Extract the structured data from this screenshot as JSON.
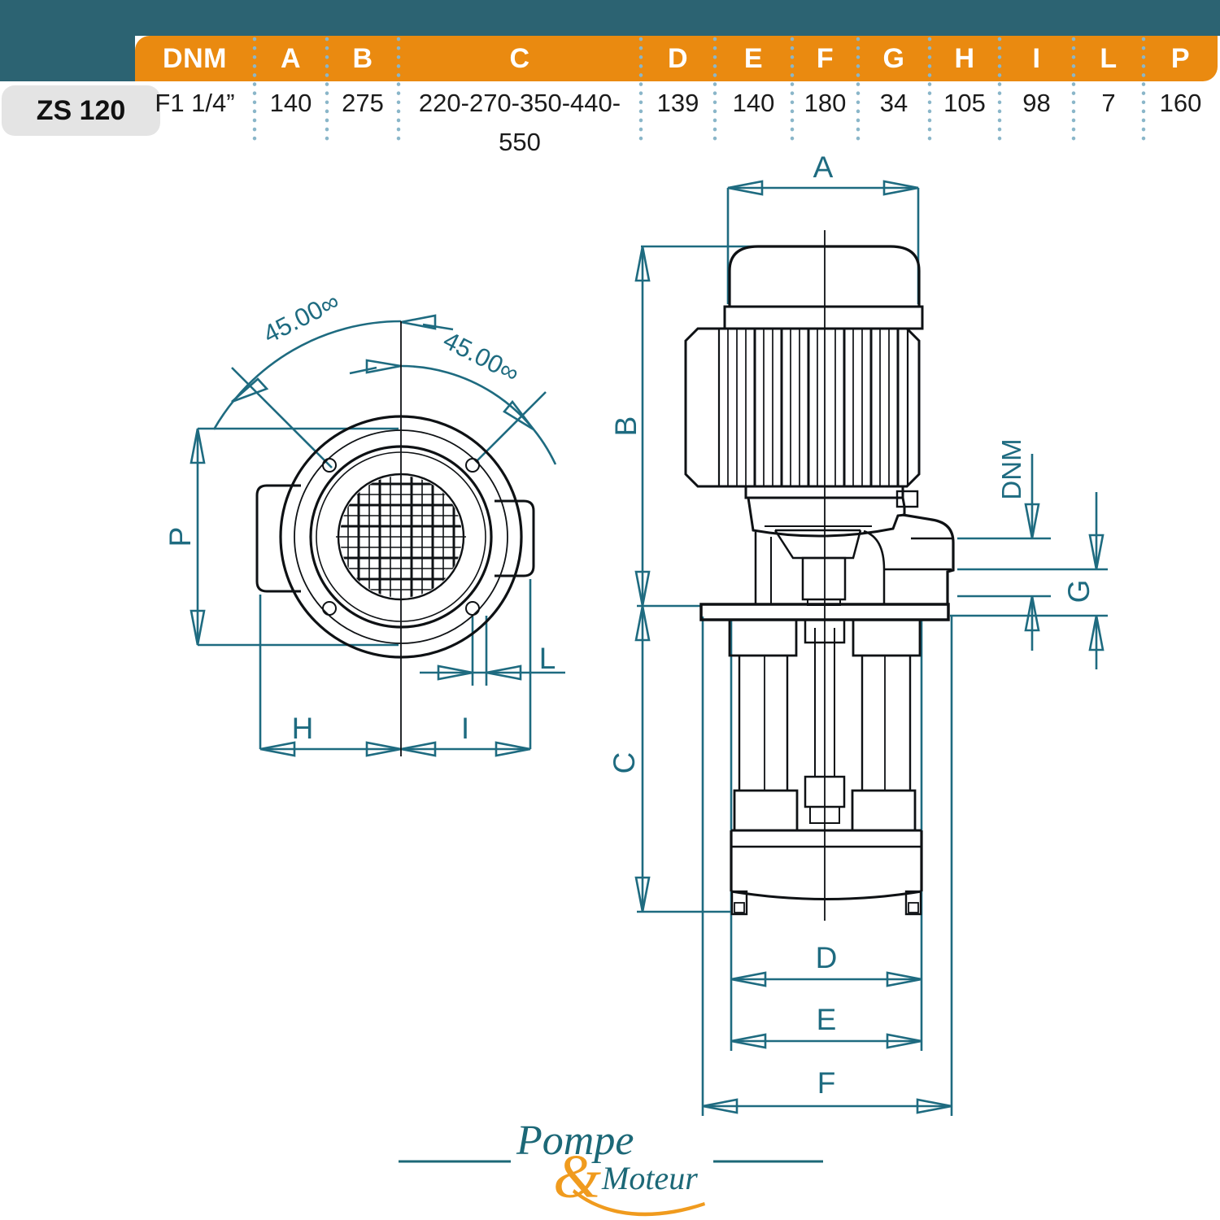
{
  "table": {
    "model": "ZS 120",
    "columns": [
      {
        "label": "DNM",
        "value": "F1 1/4”"
      },
      {
        "label": "A",
        "value": "140"
      },
      {
        "label": "B",
        "value": "275"
      },
      {
        "label": "C",
        "value": "220-270-350-440-550"
      },
      {
        "label": "D",
        "value": "139"
      },
      {
        "label": "E",
        "value": "140"
      },
      {
        "label": "F",
        "value": "180"
      },
      {
        "label": "G",
        "value": "34"
      },
      {
        "label": "H",
        "value": "105"
      },
      {
        "label": "I",
        "value": "98"
      },
      {
        "label": "L",
        "value": "7"
      },
      {
        "label": "P",
        "value": "160"
      }
    ]
  },
  "front_view": {
    "angle_left": "45.00∞",
    "angle_right": "45.00∞",
    "dim_p": "P",
    "dim_h": "H",
    "dim_i": "I",
    "dim_l": "L"
  },
  "side_view": {
    "dim_a": "A",
    "dim_b": "B",
    "dim_c": "C",
    "dim_dnm": "DNM",
    "dim_g": "G",
    "dim_d": "D",
    "dim_e": "E",
    "dim_f": "F"
  },
  "logo": {
    "word1": "Pompe",
    "amp": "&",
    "word2": "Moteur"
  },
  "colors": {
    "teal": "#2c6372",
    "orange": "#ea8a10",
    "dot": "#8ab6c9",
    "dim": "#1e6b80",
    "line": "#0e1114",
    "graybox": "#e4e4e4",
    "logoteal": "#1c6877",
    "logoorange": "#f09b1e"
  }
}
